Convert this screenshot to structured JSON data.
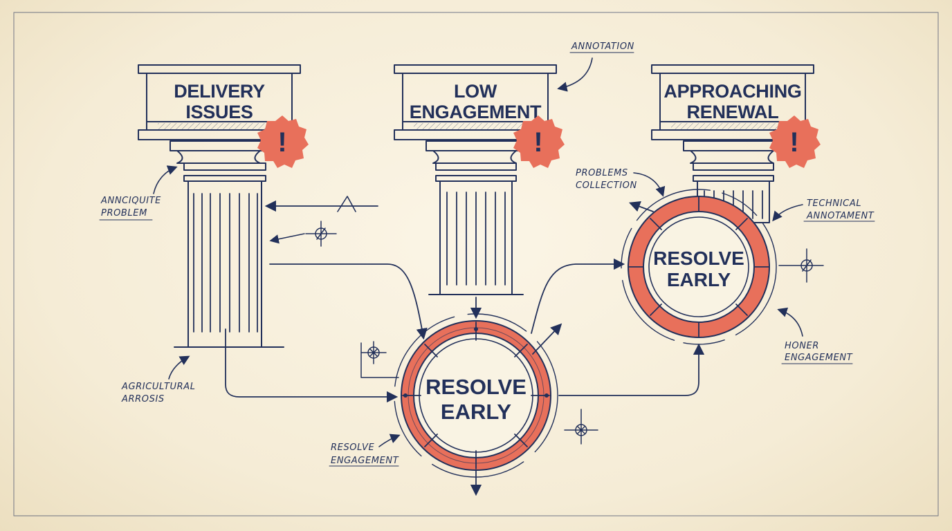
{
  "pillars": [
    {
      "id": "delivery",
      "line1": "DELIVERY",
      "line2": "ISSUES"
    },
    {
      "id": "engagement",
      "line1": "LOW",
      "line2": "ENGAGEMENT"
    },
    {
      "id": "renewal",
      "line1": "APPROACHING",
      "line2": "RENEWAL"
    }
  ],
  "resolve_nodes": [
    {
      "id": "center",
      "line1": "RESOLVE",
      "line2": "EARLY"
    },
    {
      "id": "right",
      "line1": "RESOLVE",
      "line2": "EARLY"
    }
  ],
  "warning_mark": "!",
  "annotations": {
    "top": "ANNOTATION",
    "left_problem_1": "ANNCIQUITE",
    "left_problem_2": "PROBLEM",
    "left_bottom_1": "AGRICULTURAL",
    "left_bottom_2": "ARROSIS",
    "resolve_engagement_1": "RESOLVE",
    "resolve_engagement_2": "ENGAGEMENT",
    "problems_collection_1": "PROBLEMS",
    "problems_collection_2": "COLLECTION",
    "technical_1": "TECHNICAL",
    "technical_2": "ANNOTAMENT",
    "honer_1": "HONER",
    "honer_2": "ENGAGEMENT",
    "sketch_letter": "A"
  },
  "colors": {
    "ink": "#22305a",
    "accent": "#e8705b",
    "paper": "#f6efdd"
  }
}
